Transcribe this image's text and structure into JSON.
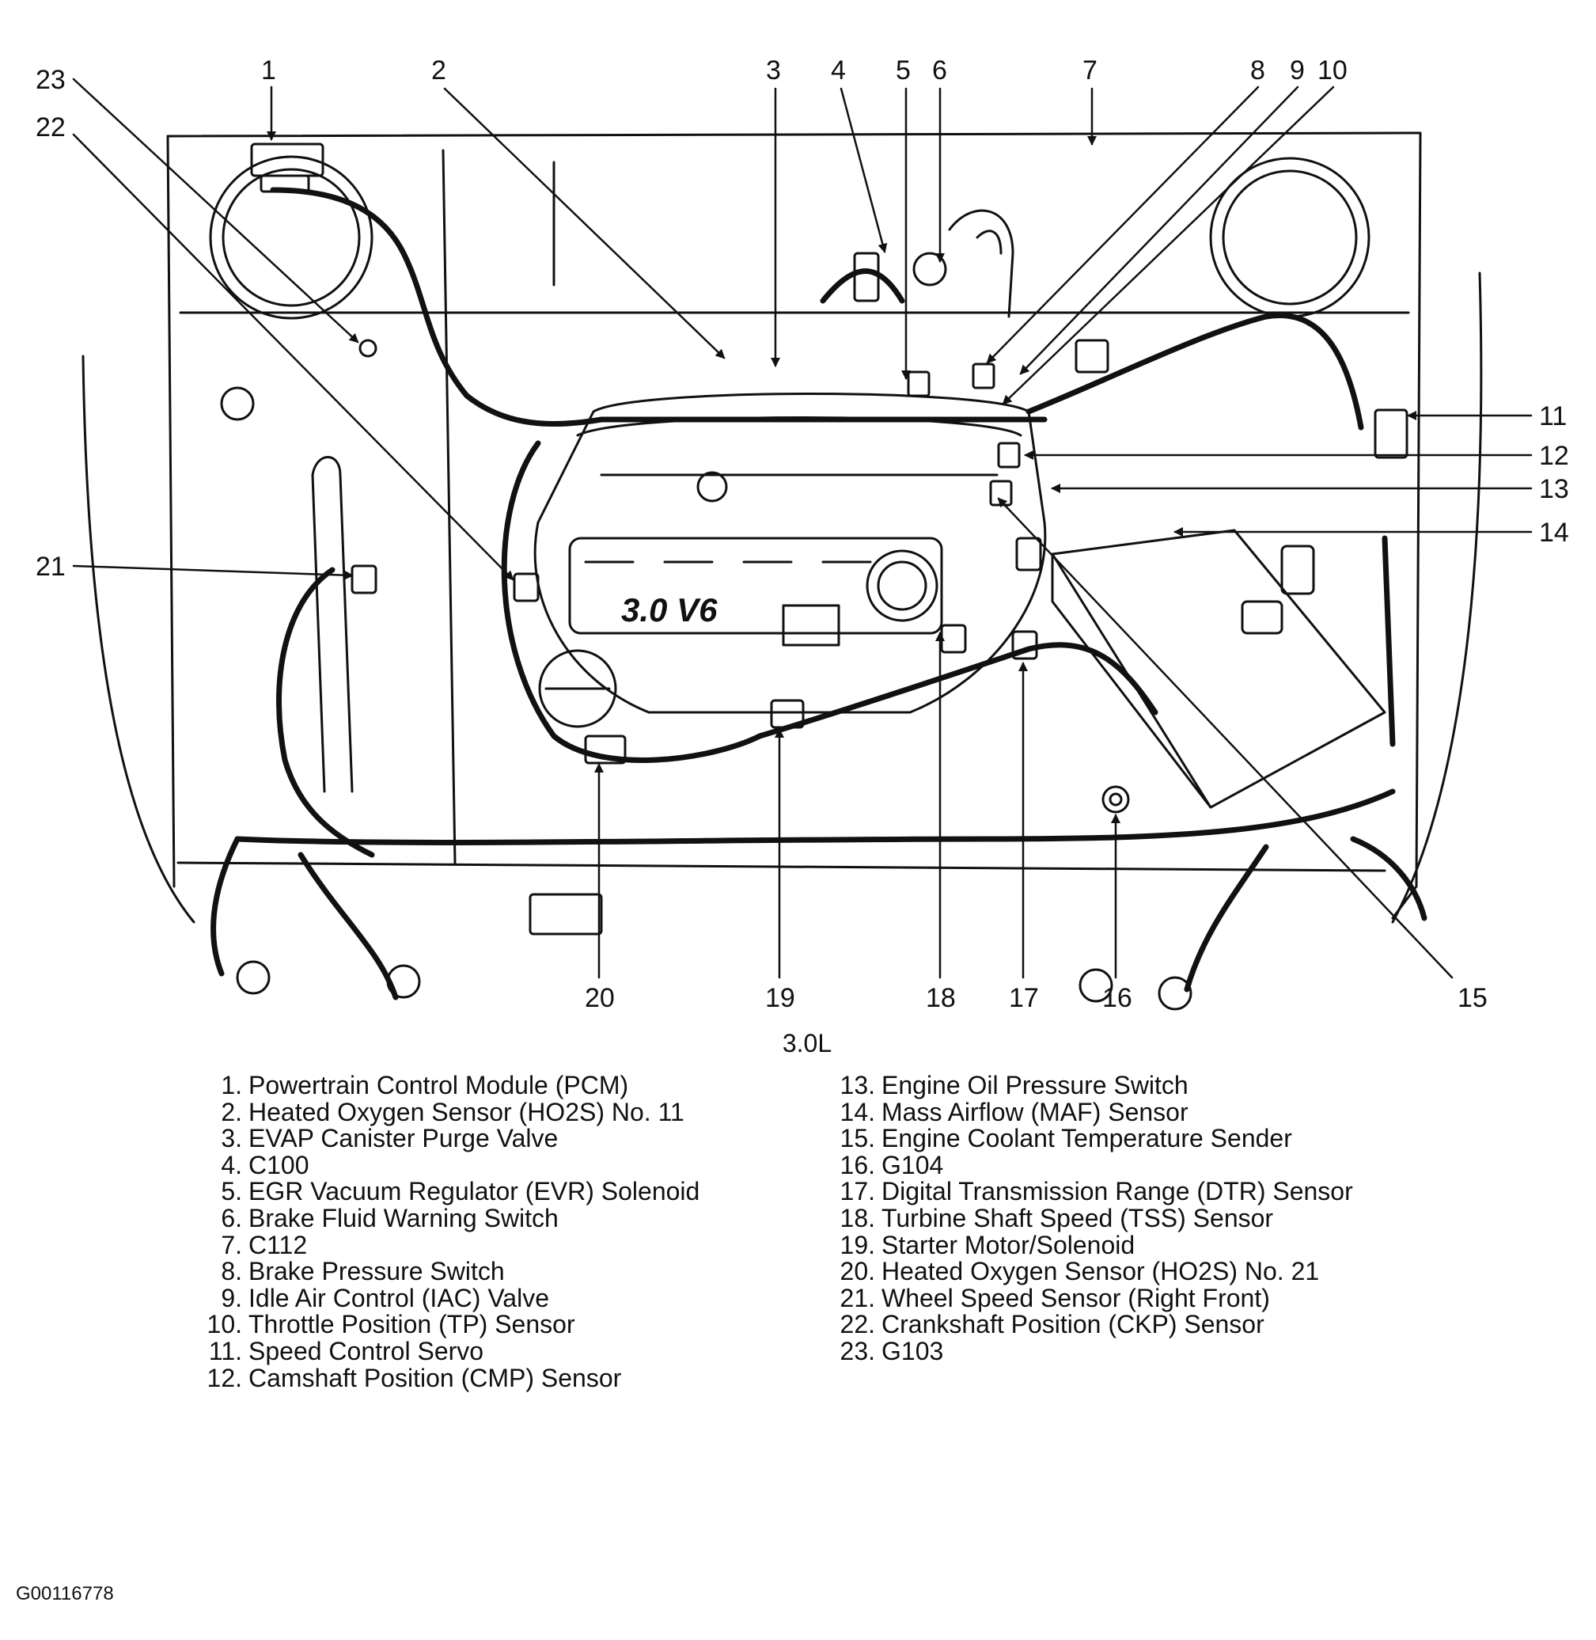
{
  "diagram": {
    "caption": "3.0L",
    "figure_id": "G00116778",
    "engine_cover_text": "3.0 V6",
    "callouts": [
      {
        "n": "1"
      },
      {
        "n": "2"
      },
      {
        "n": "3"
      },
      {
        "n": "4"
      },
      {
        "n": "5"
      },
      {
        "n": "6"
      },
      {
        "n": "7"
      },
      {
        "n": "8"
      },
      {
        "n": "9"
      },
      {
        "n": "10"
      },
      {
        "n": "11"
      },
      {
        "n": "12"
      },
      {
        "n": "13"
      },
      {
        "n": "14"
      },
      {
        "n": "15"
      },
      {
        "n": "16"
      },
      {
        "n": "17"
      },
      {
        "n": "18"
      },
      {
        "n": "19"
      },
      {
        "n": "20"
      },
      {
        "n": "21"
      },
      {
        "n": "22"
      },
      {
        "n": "23"
      }
    ]
  },
  "legend": {
    "left": [
      {
        "num": "1.",
        "label": "Powertrain Control Module (PCM)"
      },
      {
        "num": "2.",
        "label": "Heated Oxygen Sensor (HO2S) No. 11"
      },
      {
        "num": "3.",
        "label": "EVAP Canister Purge Valve"
      },
      {
        "num": "4.",
        "label": "C100"
      },
      {
        "num": "5.",
        "label": "EGR Vacuum Regulator (EVR) Solenoid"
      },
      {
        "num": "6.",
        "label": "Brake Fluid Warning Switch"
      },
      {
        "num": "7.",
        "label": "C112"
      },
      {
        "num": "8.",
        "label": "Brake Pressure Switch"
      },
      {
        "num": "9.",
        "label": "Idle Air Control (IAC) Valve"
      },
      {
        "num": "10.",
        "label": "Throttle Position (TP) Sensor"
      },
      {
        "num": "11.",
        "label": "Speed Control Servo"
      },
      {
        "num": "12.",
        "label": "Camshaft Position (CMP) Sensor"
      }
    ],
    "right": [
      {
        "num": "13.",
        "label": "Engine Oil Pressure Switch"
      },
      {
        "num": "14.",
        "label": "Mass Airflow (MAF) Sensor"
      },
      {
        "num": "15.",
        "label": "Engine Coolant Temperature Sender"
      },
      {
        "num": "16.",
        "label": "G104"
      },
      {
        "num": "17.",
        "label": "Digital Transmission Range (DTR) Sensor"
      },
      {
        "num": "18.",
        "label": "Turbine Shaft Speed (TSS) Sensor"
      },
      {
        "num": "19.",
        "label": "Starter Motor/Solenoid"
      },
      {
        "num": "20.",
        "label": "Heated Oxygen Sensor (HO2S) No. 21"
      },
      {
        "num": "21.",
        "label": "Wheel Speed Sensor (Right Front)"
      },
      {
        "num": "22.",
        "label": "Crankshaft Position (CKP) Sensor"
      },
      {
        "num": "23.",
        "label": "G103"
      }
    ]
  }
}
